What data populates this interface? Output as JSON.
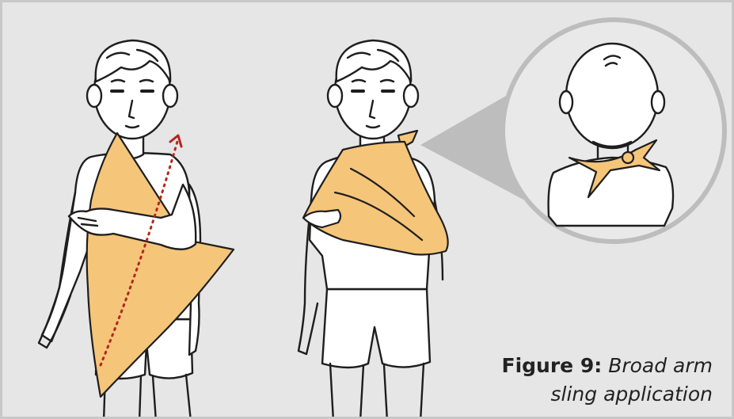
{
  "caption": {
    "label": "Figure 9:",
    "line1": "Broad arm",
    "line2": "sling application"
  },
  "colors": {
    "background": "#e6e6e6",
    "border": "#c8c8c8",
    "bandage": "#f5c57a",
    "outline": "#1e1e1e",
    "arrow": "#b3261e",
    "callout": "#bdbdbd"
  },
  "icons": [
    "child-figure-left",
    "child-figure-center",
    "child-figure-back-view",
    "dotted-arrow-icon",
    "callout-bubble"
  ]
}
